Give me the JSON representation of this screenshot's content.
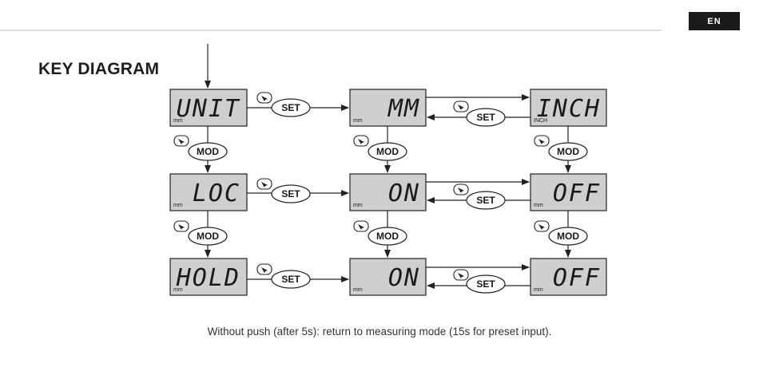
{
  "header": {
    "lang_badge": "EN"
  },
  "title": "KEY DIAGRAM",
  "displays": [
    {
      "text": "UNIT",
      "unit": "mm"
    },
    {
      "text": "MM",
      "unit": "mm"
    },
    {
      "text": "INCH",
      "unit": "INCH"
    },
    {
      "text": "LOC",
      "unit": "mm"
    },
    {
      "text": "ON",
      "unit": "mm"
    },
    {
      "text": "OFF",
      "unit": "mm"
    },
    {
      "text": "HOLD",
      "unit": "mm"
    },
    {
      "text": "ON",
      "unit": "mm"
    },
    {
      "text": "OFF",
      "unit": "mm"
    }
  ],
  "buttons": {
    "set": "SET",
    "mod": "MOD"
  },
  "caption": "Without push (after 5s): return to measuring mode (15s for preset input)."
}
